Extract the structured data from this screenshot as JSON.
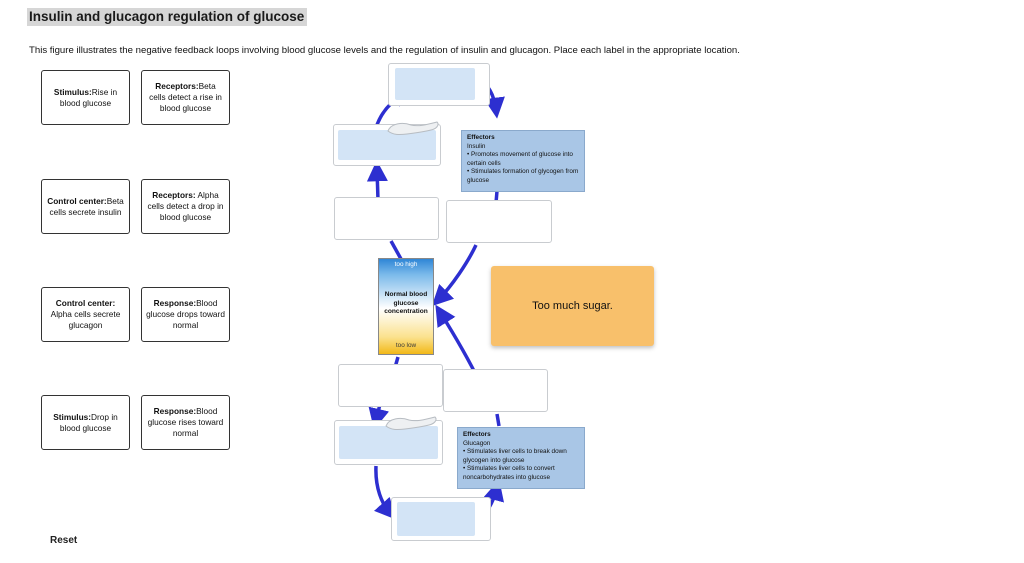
{
  "title": "Insulin and glucagon regulation of glucose",
  "intro": "This figure illustrates the negative feedback loops involving blood glucose levels and the regulation of insulin and glucagon.  Place each label in the appropriate location.",
  "labels": [
    {
      "bold": "Stimulus:",
      "text": "Rise in blood glucose"
    },
    {
      "bold": "Receptors:",
      "text": "Beta cells detect a rise in blood glucose"
    },
    {
      "bold": "Control center:",
      "text": "Beta cells secrete insulin"
    },
    {
      "bold": "Receptors:",
      "text": " Alpha cells detect a drop in blood glucose"
    },
    {
      "bold": "Control center:",
      "text": " Alpha cells secrete glucagon"
    },
    {
      "bold": "Response:",
      "text": "Blood glucose drops toward normal"
    },
    {
      "bold": "Stimulus:",
      "text": "Drop in blood glucose"
    },
    {
      "bold": "Response:",
      "text": "Blood glucose rises toward normal"
    }
  ],
  "effector_insulin": {
    "heading": "Effectors",
    "hormone": "Insulin",
    "bullets": [
      "• Promotes movement of glucose into certain cells",
      "• Stimulates formation of glycogen from glucose"
    ]
  },
  "effector_glucagon": {
    "heading": "Effectors",
    "hormone": "Glucagon",
    "bullets": [
      "• Stimulates liver cells to break down glycogen into glucose",
      "• Stimulates liver cells to convert noncarbohydrates into glucose"
    ]
  },
  "bar": {
    "high": "too high",
    "middle": "Normal blood glucose concentration",
    "low": "too low"
  },
  "feedback": "Too much sugar.",
  "reset": "Reset",
  "colors": {
    "arrow": "#2d2fd0",
    "effector": "#a9c6e6",
    "feedback": "#f8c06b",
    "drop_inner": "#d3e4f6"
  }
}
